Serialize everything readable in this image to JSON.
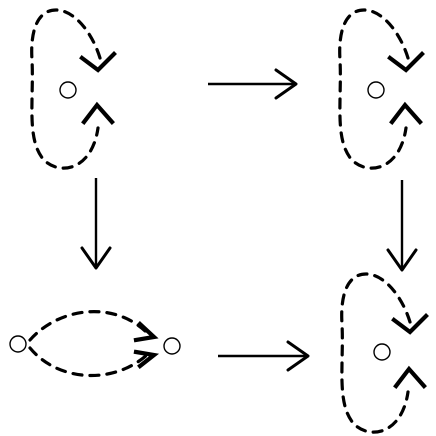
{
  "diagram": {
    "states": [
      {
        "id": "top-left",
        "kind": "closed-loop-with-cusps",
        "marker": "open-circle"
      },
      {
        "id": "top-right",
        "kind": "closed-loop-with-cusps",
        "marker": "open-circle"
      },
      {
        "id": "bottom-left",
        "kind": "two-open-circles-joined-by-dashed-lens",
        "marker": "open-circle"
      },
      {
        "id": "bottom-right",
        "kind": "closed-loop-with-cusps",
        "marker": "open-circle"
      }
    ],
    "transitions": [
      {
        "from": "top-left",
        "to": "top-right",
        "direction": "right"
      },
      {
        "from": "top-left",
        "to": "bottom-left",
        "direction": "down"
      },
      {
        "from": "top-right",
        "to": "bottom-right",
        "direction": "down"
      },
      {
        "from": "bottom-left",
        "to": "bottom-right",
        "direction": "right"
      }
    ],
    "colors": {
      "ink": "#000000",
      "background": "#ffffff"
    }
  }
}
